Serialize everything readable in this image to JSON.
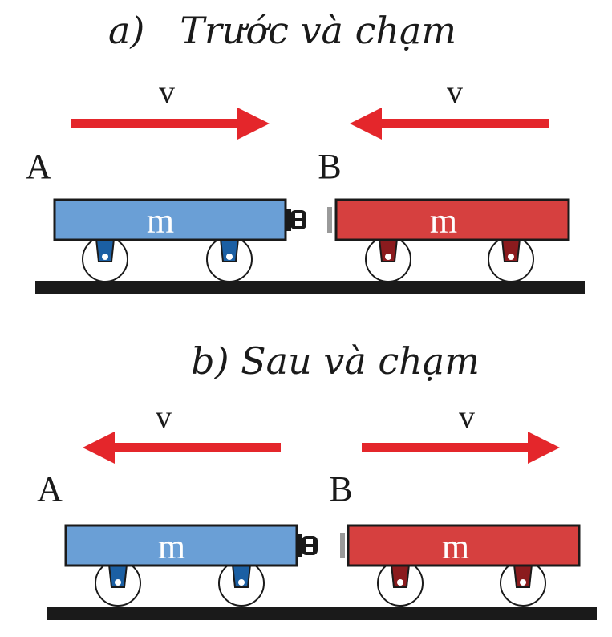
{
  "panels": {
    "before": {
      "title": "a)   Trước và chạm"
    },
    "after": {
      "title": "b) Sau và chạm"
    }
  },
  "carts": {
    "a": {
      "label": "A",
      "mass": "m"
    },
    "b": {
      "label": "B",
      "mass": "m"
    }
  },
  "velocity_label": "v",
  "colors": {
    "arrow": "#e4262b",
    "cart_a": "#6a9fd6",
    "cart_b": "#d6403f",
    "wheel_bracket_a": "#1b5fa3",
    "wheel_bracket_b": "#8b1b1e",
    "ground": "#1a1a1a",
    "outline": "#1a1a1a"
  },
  "icons": {
    "coupler": "coupler-icon",
    "bumper": "bumper-icon",
    "wheel": "wheel-icon"
  }
}
